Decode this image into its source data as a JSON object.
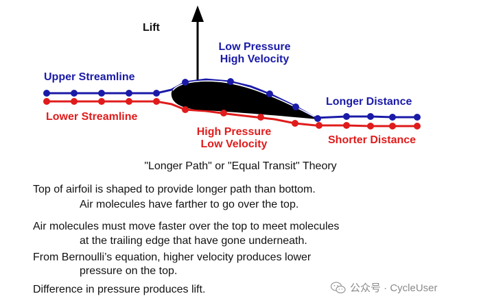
{
  "labels": {
    "lift": "Lift",
    "low_pressure_1": "Low Pressure",
    "low_pressure_2": "High Velocity",
    "upper_streamline": "Upper Streamline",
    "lower_streamline": "Lower Streamline",
    "longer_distance": "Longer Distance",
    "shorter_distance": "Shorter Distance",
    "high_pressure_1": "High Pressure",
    "high_pressure_2": "Low Velocity"
  },
  "theory_title": "\"Longer Path\" or \"Equal Transit\" Theory",
  "statements": [
    {
      "line1": "Top of airfoil is shaped to provide longer path than bottom.",
      "line2": "Air molecules have farther to go over the top."
    },
    {
      "line1": "Air molecules must move faster over the top to meet molecules",
      "line2": "at the trailing edge that have gone underneath."
    },
    {
      "line1": "From Bernoulli’s equation, higher velocity produces lower",
      "line2": "pressure on the top."
    },
    {
      "line1": "Difference in pressure produces lift.",
      "line2": ""
    }
  ],
  "watermark": "公众号 · CycleUser",
  "colors": {
    "upper": "#1a1aa8",
    "lower": "#e01b1b",
    "airfoil": "#000000",
    "text": "#111111"
  }
}
